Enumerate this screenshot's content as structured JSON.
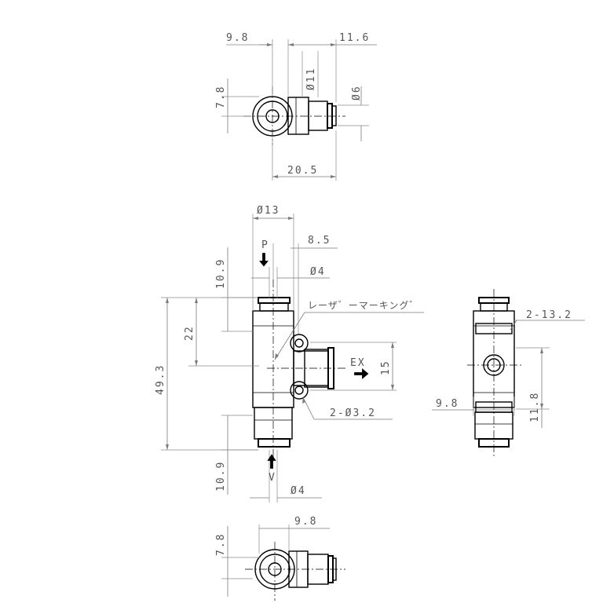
{
  "views": {
    "top": {
      "dim_left_width": "9.8",
      "dim_right_width": "11.6",
      "dim_outer_dia": "Ø11",
      "dim_tube_dia": "Ø6",
      "dim_height": "7.8",
      "dim_total_length": "20.5"
    },
    "front": {
      "dim_body_dia": "Ø13",
      "dim_offset": "8.5",
      "port_p": "P",
      "dim_top_length": "10.9",
      "dim_top_tube": "Ø4",
      "dim_center": "22",
      "dim_total_height": "49.3",
      "laser_marking": "レーザ゛ーマーキング゛",
      "port_ex": "EX",
      "dim_ex_height": "15",
      "dim_mount_holes": "2-Ø3.2",
      "dim_bottom_length": "10.9",
      "port_v": "V",
      "dim_bottom_tube": "Ø4"
    },
    "side": {
      "dim_width": "2-13.2",
      "dim_offset": "9.8",
      "dim_height": "11.8"
    },
    "bottom": {
      "dim_height": "7.8",
      "dim_width": "9.8"
    }
  }
}
